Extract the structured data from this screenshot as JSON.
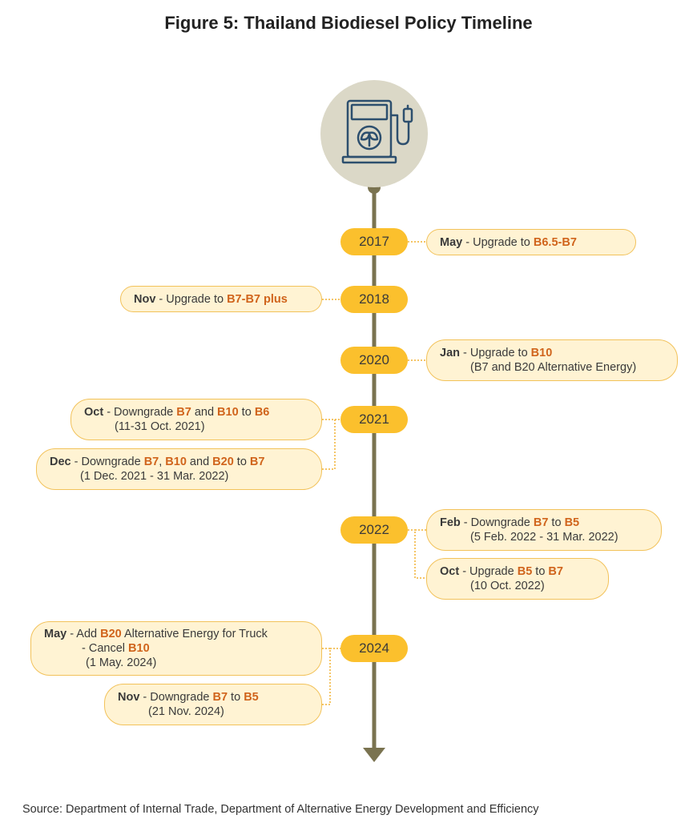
{
  "title": "Figure 5: Thailand Biodiesel Policy Timeline",
  "source": "Source: Department of Internal Trade, Department of Alternative Energy Development and Efficiency",
  "icon": "fuel-pump-leaf-icon",
  "colors": {
    "year_pill": "#fbc02d",
    "box_fill": "#fff3d3",
    "box_border": "#f2c25a",
    "highlight": "#d0641c",
    "axis": "#7a7350",
    "icon_circle": "#dbd8c7",
    "icon_stroke": "#2d4f6e"
  },
  "years": [
    "2017",
    "2018",
    "2020",
    "2021",
    "2022",
    "2024"
  ],
  "events": {
    "e2017": {
      "month": "May",
      "sep": " - Upgrade to ",
      "h1": "B6.5-B7"
    },
    "e2018": {
      "month": "Nov",
      "sep": " - Upgrade to ",
      "h1": "B7-B7 plus"
    },
    "e2020": {
      "month": "Jan",
      "sep": " - Upgrade to ",
      "h1": "B10",
      "line2": "(B7 and B20 Alternative Energy)"
    },
    "e2021a": {
      "month": "Oct",
      "sep": " - Downgrade ",
      "h1": "B7",
      "t1": " and ",
      "h2": "B10",
      "t2": " to ",
      "h3": "B6",
      "line2": "(11-31 Oct. 2021)"
    },
    "e2021b": {
      "month": "Dec",
      "sep": " - Downgrade ",
      "h1": "B7",
      "t1": ", ",
      "h2": "B10",
      "t2": " and ",
      "h3": "B20",
      "t3": " to ",
      "h4": "B7",
      "line2": "(1 Dec. 2021 - 31 Mar. 2022)"
    },
    "e2022a": {
      "month": "Feb",
      "sep": " - Downgrade ",
      "h1": "B7",
      "t1": " to ",
      "h2": "B5",
      "line2": "(5 Feb. 2022 - 31 Mar. 2022)"
    },
    "e2022b": {
      "month": "Oct",
      "sep": " - Upgrade ",
      "h1": "B5",
      "t1": " to ",
      "h2": "B7",
      "line2": "(10 Oct. 2022)"
    },
    "e2024a": {
      "month": "May",
      "sep": " - Add ",
      "h1": "B20",
      "t1": " Alternative Energy for Truck",
      "l2a": "- Cancel ",
      "l2h": "B10",
      "line3": "(1 May. 2024)"
    },
    "e2024b": {
      "month": "Nov",
      "sep": " - Downgrade ",
      "h1": "B7",
      "t1": " to ",
      "h2": "B5",
      "line2": "(21 Nov. 2024)"
    }
  }
}
